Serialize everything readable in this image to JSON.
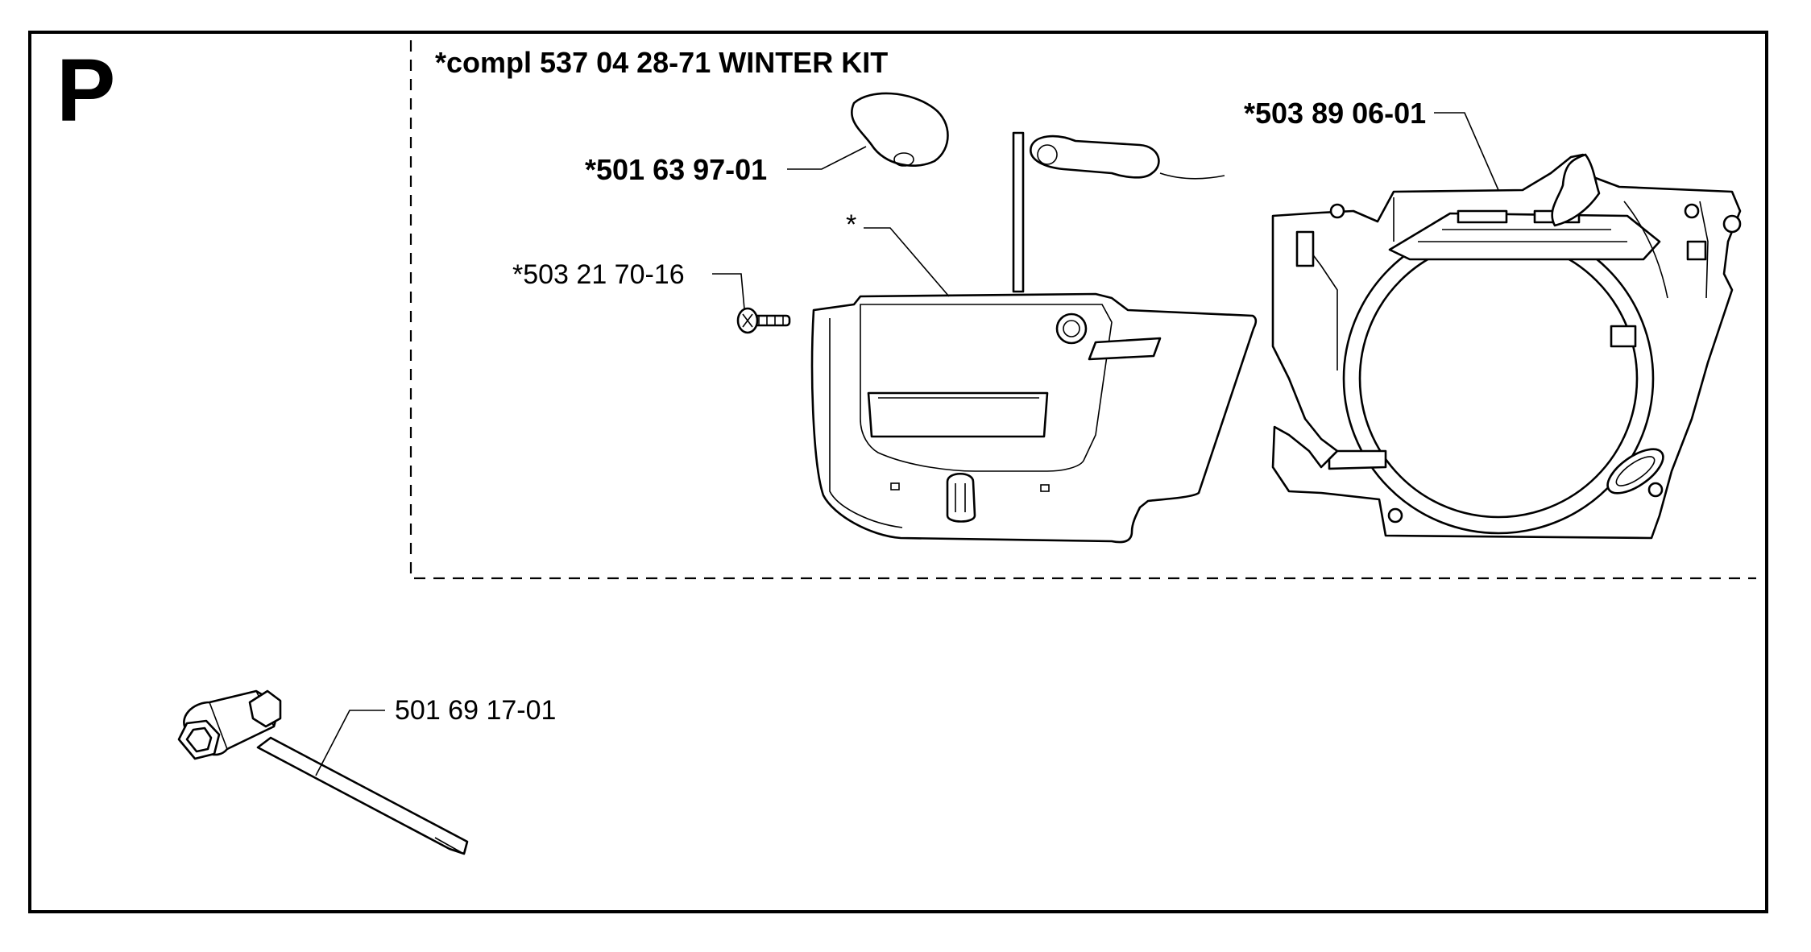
{
  "section_letter": "P",
  "kit": {
    "label": "*compl 537 04 28-71 WINTER KIT"
  },
  "parts": [
    {
      "id": "plug-cap",
      "number": "*501 63 97-01",
      "bold": true
    },
    {
      "id": "cover",
      "number": "*",
      "bold": false
    },
    {
      "id": "screw",
      "number": "*503 21 70-16",
      "bold": false
    },
    {
      "id": "housing",
      "number": "*503 89 06-01",
      "bold": true
    },
    {
      "id": "tool",
      "number": "501 69 17-01",
      "bold": false
    }
  ]
}
